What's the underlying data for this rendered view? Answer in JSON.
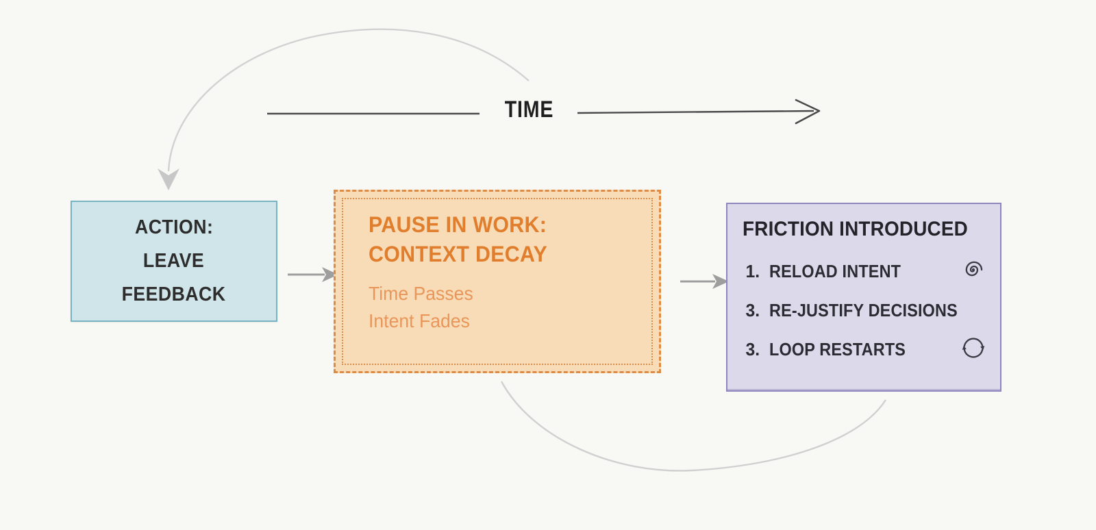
{
  "diagram": {
    "background_color": "#f8f8f5",
    "time_axis": {
      "label": "TIME",
      "line_color": "#4a4a4a",
      "direction": "left-to-right"
    },
    "connectors": {
      "top_loop_arc": {
        "description": "gray arc curving from upper middle down to action box",
        "color": "#d2d2d2"
      },
      "action_to_pause_arrow": {
        "color": "#9e9e9e"
      },
      "pause_to_friction_arrow": {
        "color": "#9e9e9e"
      },
      "bottom_loop_arc": {
        "description": "gray arc from pause box bottom to friction box bottom",
        "color": "#d0d0d0"
      }
    },
    "boxes": {
      "action": {
        "lines": [
          "ACTION:",
          "LEAVE",
          "FEEDBACK"
        ],
        "fill": "#cfe5e9",
        "border": "#78b3c3",
        "text_color": "#2d2d2d"
      },
      "pause": {
        "title_lines": [
          "PAUSE IN WORK:",
          "CONTEXT DECAY"
        ],
        "sub_lines": [
          "Time Passes",
          "Intent Fades"
        ],
        "fill": "#f8dcb7",
        "border": "#dd8b45",
        "title_color": "#e07e2d",
        "sub_color": "#e9965a",
        "border_style": "dashed outer, dotted inner"
      },
      "friction": {
        "title": "FRICTION INTRODUCED",
        "items": [
          {
            "num": "1.",
            "label": "RELOAD INTENT",
            "icon": "spiral-icon"
          },
          {
            "num": "3.",
            "label": "RE-JUSTIFY DECISIONS",
            "icon": ""
          },
          {
            "num": "3.",
            "label": "LOOP RESTARTS",
            "icon": "cycle-icon"
          }
        ],
        "fill": "#dcd9ea",
        "border": "#8d86bf",
        "text_color": "#2b2b33"
      }
    }
  }
}
